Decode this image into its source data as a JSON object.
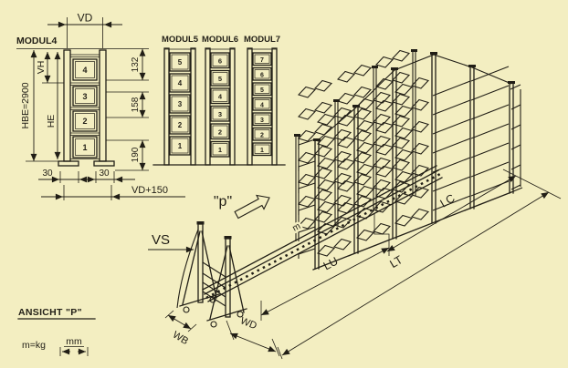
{
  "colors": {
    "background": "#f3eec1",
    "line": "#211e16"
  },
  "module4": {
    "label": "MODUL4",
    "cells": [
      "4",
      "3",
      "2",
      "1"
    ],
    "dims": {
      "width_top": "VD",
      "height_total": "HBE=2900",
      "pitch": "VH",
      "height_inner": "HE",
      "top_offset": "132",
      "mid_offset": "158",
      "bottom_offset": "190",
      "foot_left": "30",
      "foot_right": "30",
      "width_bottom": "VD+150"
    }
  },
  "modules": [
    {
      "label": "MODUL5",
      "cells": [
        "5",
        "4",
        "3",
        "2",
        "1"
      ]
    },
    {
      "label": "MODUL6",
      "cells": [
        "6",
        "5",
        "4",
        "3",
        "2",
        "1"
      ]
    },
    {
      "label": "MODUL7",
      "cells": [
        "7",
        "6",
        "5",
        "4",
        "3",
        "2",
        "1"
      ]
    }
  ],
  "annotations": {
    "direction": "\"p\"",
    "trolley": "VS",
    "beam_mass": "m",
    "clear_length": "LU",
    "total_length": "LT",
    "rack_length": "LC",
    "trolley_width": "WB",
    "aisle_width": "WD"
  },
  "legend": {
    "view_reference": "ANSICHT \"P\"",
    "mass_unit": "m=kg",
    "dimension_unit": "mm"
  }
}
